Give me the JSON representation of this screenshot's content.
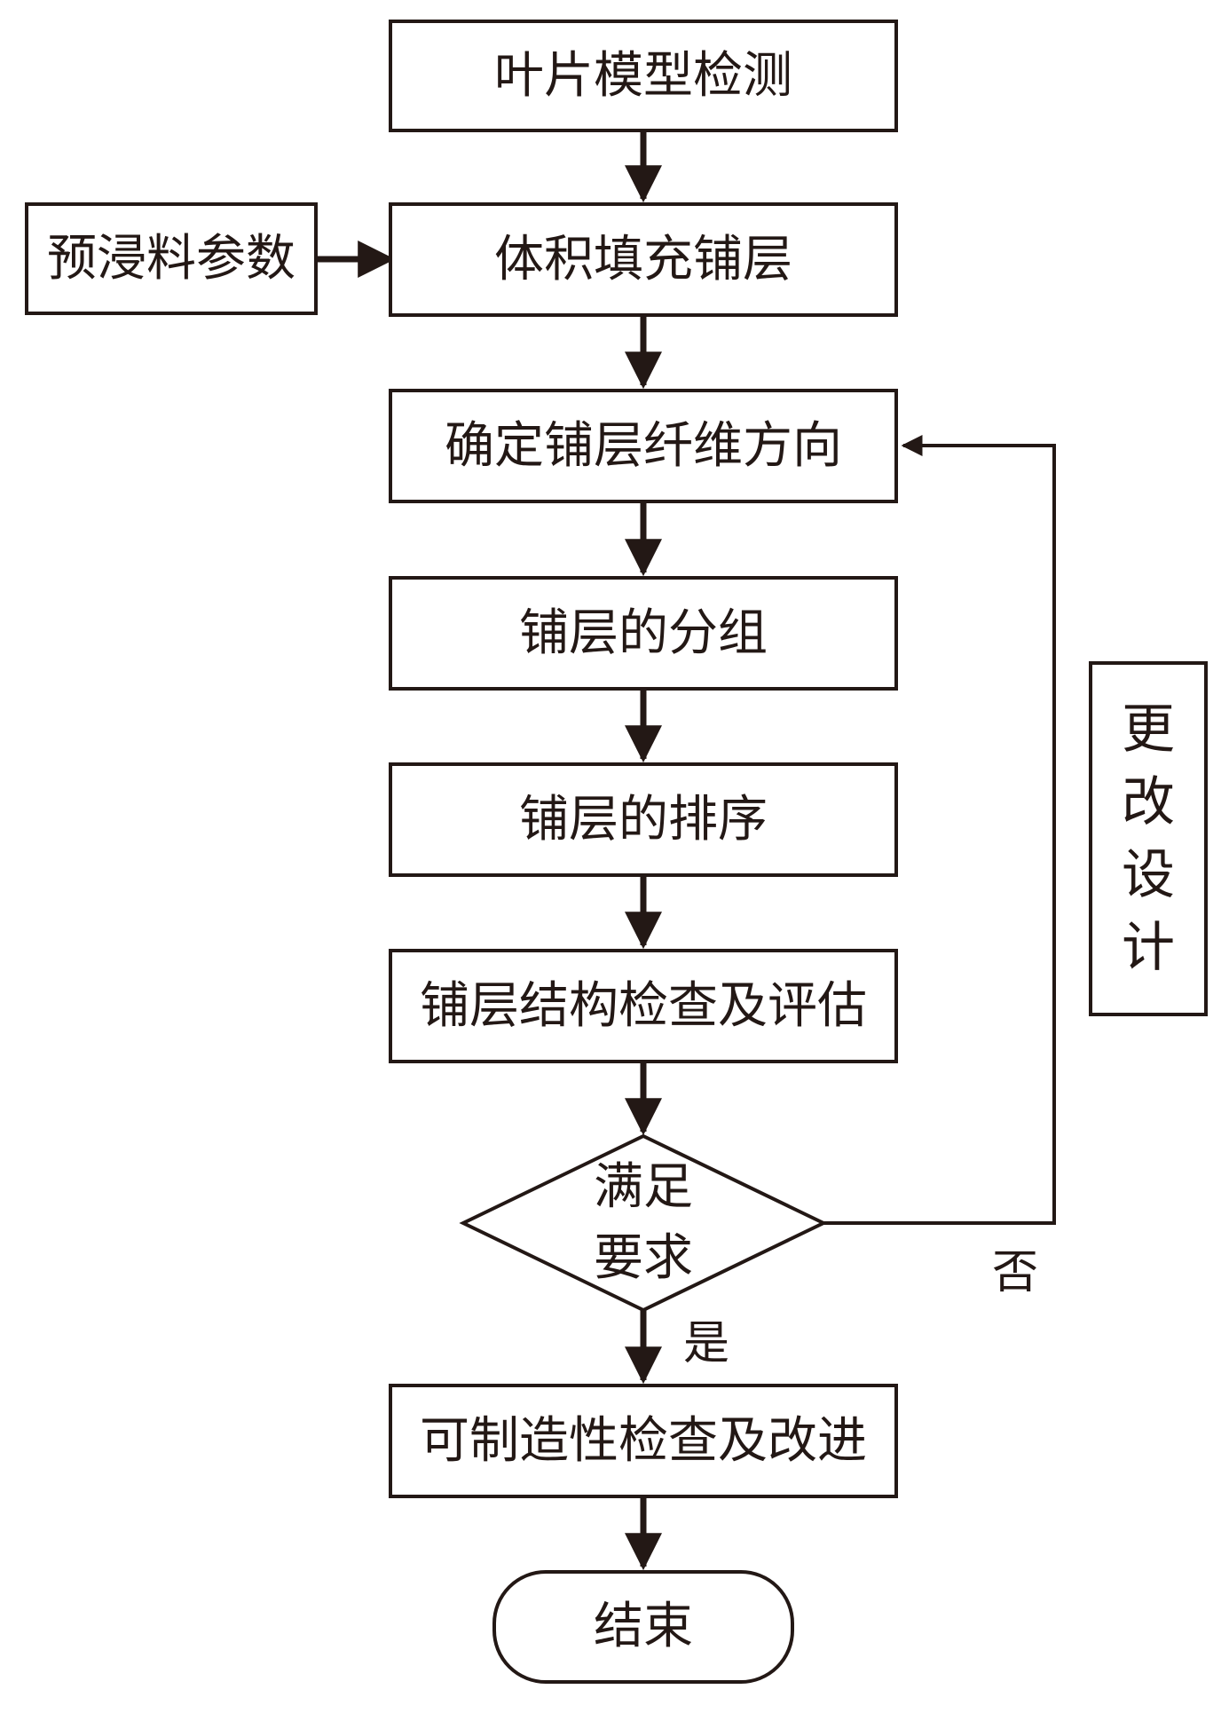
{
  "flowchart": {
    "nodes": {
      "inspect": "叶片模型检测",
      "prepreg": "预浸料参数",
      "fill": "体积填充铺层",
      "fiber": "确定铺层纤维方向",
      "group": "铺层的分组",
      "sort": "铺层的排序",
      "evaluate": "铺层结构检查及评估",
      "decision_line1": "满足",
      "decision_line2": "要求",
      "manufacture": "可制造性检查及改进",
      "end": "结束",
      "redesign": [
        "更",
        "改",
        "设",
        "计"
      ]
    },
    "labels": {
      "yes": "是",
      "no": "否"
    }
  }
}
